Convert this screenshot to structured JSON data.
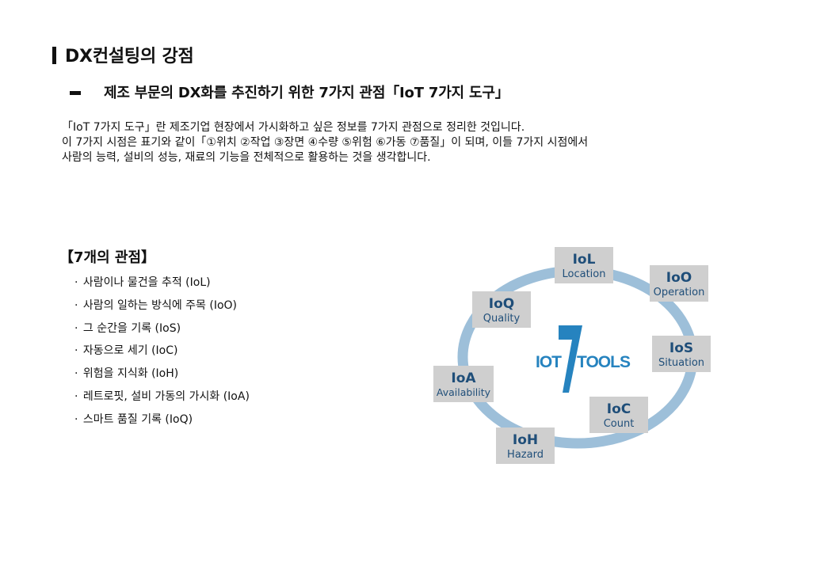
{
  "header": {
    "title": "DX컨설팅의 강점",
    "subtitle": "제조 부문의 DX화를 추진하기 위한 7가지 관점「IoT 7가지 도구」"
  },
  "description": {
    "line1": "「IoT 7가지 도구」란 제조기업 현장에서 가시화하고 싶은 정보를 7가지 관점으로 정리한 것입니다.",
    "line2": "이 7가지 시점은 표기와 같이「①위치  ②작업  ③장면  ④수량  ⑤위험  ⑥가동  ⑦품질」이 되며, 이들 7가지 시점에서",
    "line3": "사람의 능력, 설비의 성능, 재료의 기능을 전체적으로 활용하는 것을 생각합니다."
  },
  "viewpoints": {
    "title": "【7개의 관점】",
    "items": [
      "사람이나 물건을 추적 (IoL)",
      "사람의 일하는 방식에 주목 (IoO)",
      "그 순간을 기록 (IoS)",
      "자동으로 세기 (IoC)",
      "위험을 지식화 (IoH)",
      "레트로핏, 설비 가동의 가시화 (IoA)",
      "스마트 품질 기록 (IoQ)"
    ]
  },
  "diagram": {
    "center_left": "IOT",
    "center_right": "TOOLS",
    "center_mark": "7",
    "ring_color": "#9dbfd9",
    "box_color": "#cfcfcf",
    "text_color": "#1f4e79",
    "logo_color": "#2683bf",
    "nodes": [
      {
        "code": "IoL",
        "label": "Location"
      },
      {
        "code": "IoO",
        "label": "Operation"
      },
      {
        "code": "IoS",
        "label": "Situation"
      },
      {
        "code": "IoC",
        "label": "Count"
      },
      {
        "code": "IoH",
        "label": "Hazard"
      },
      {
        "code": "IoA",
        "label": "Availability"
      },
      {
        "code": "IoQ",
        "label": "Quality"
      }
    ]
  }
}
